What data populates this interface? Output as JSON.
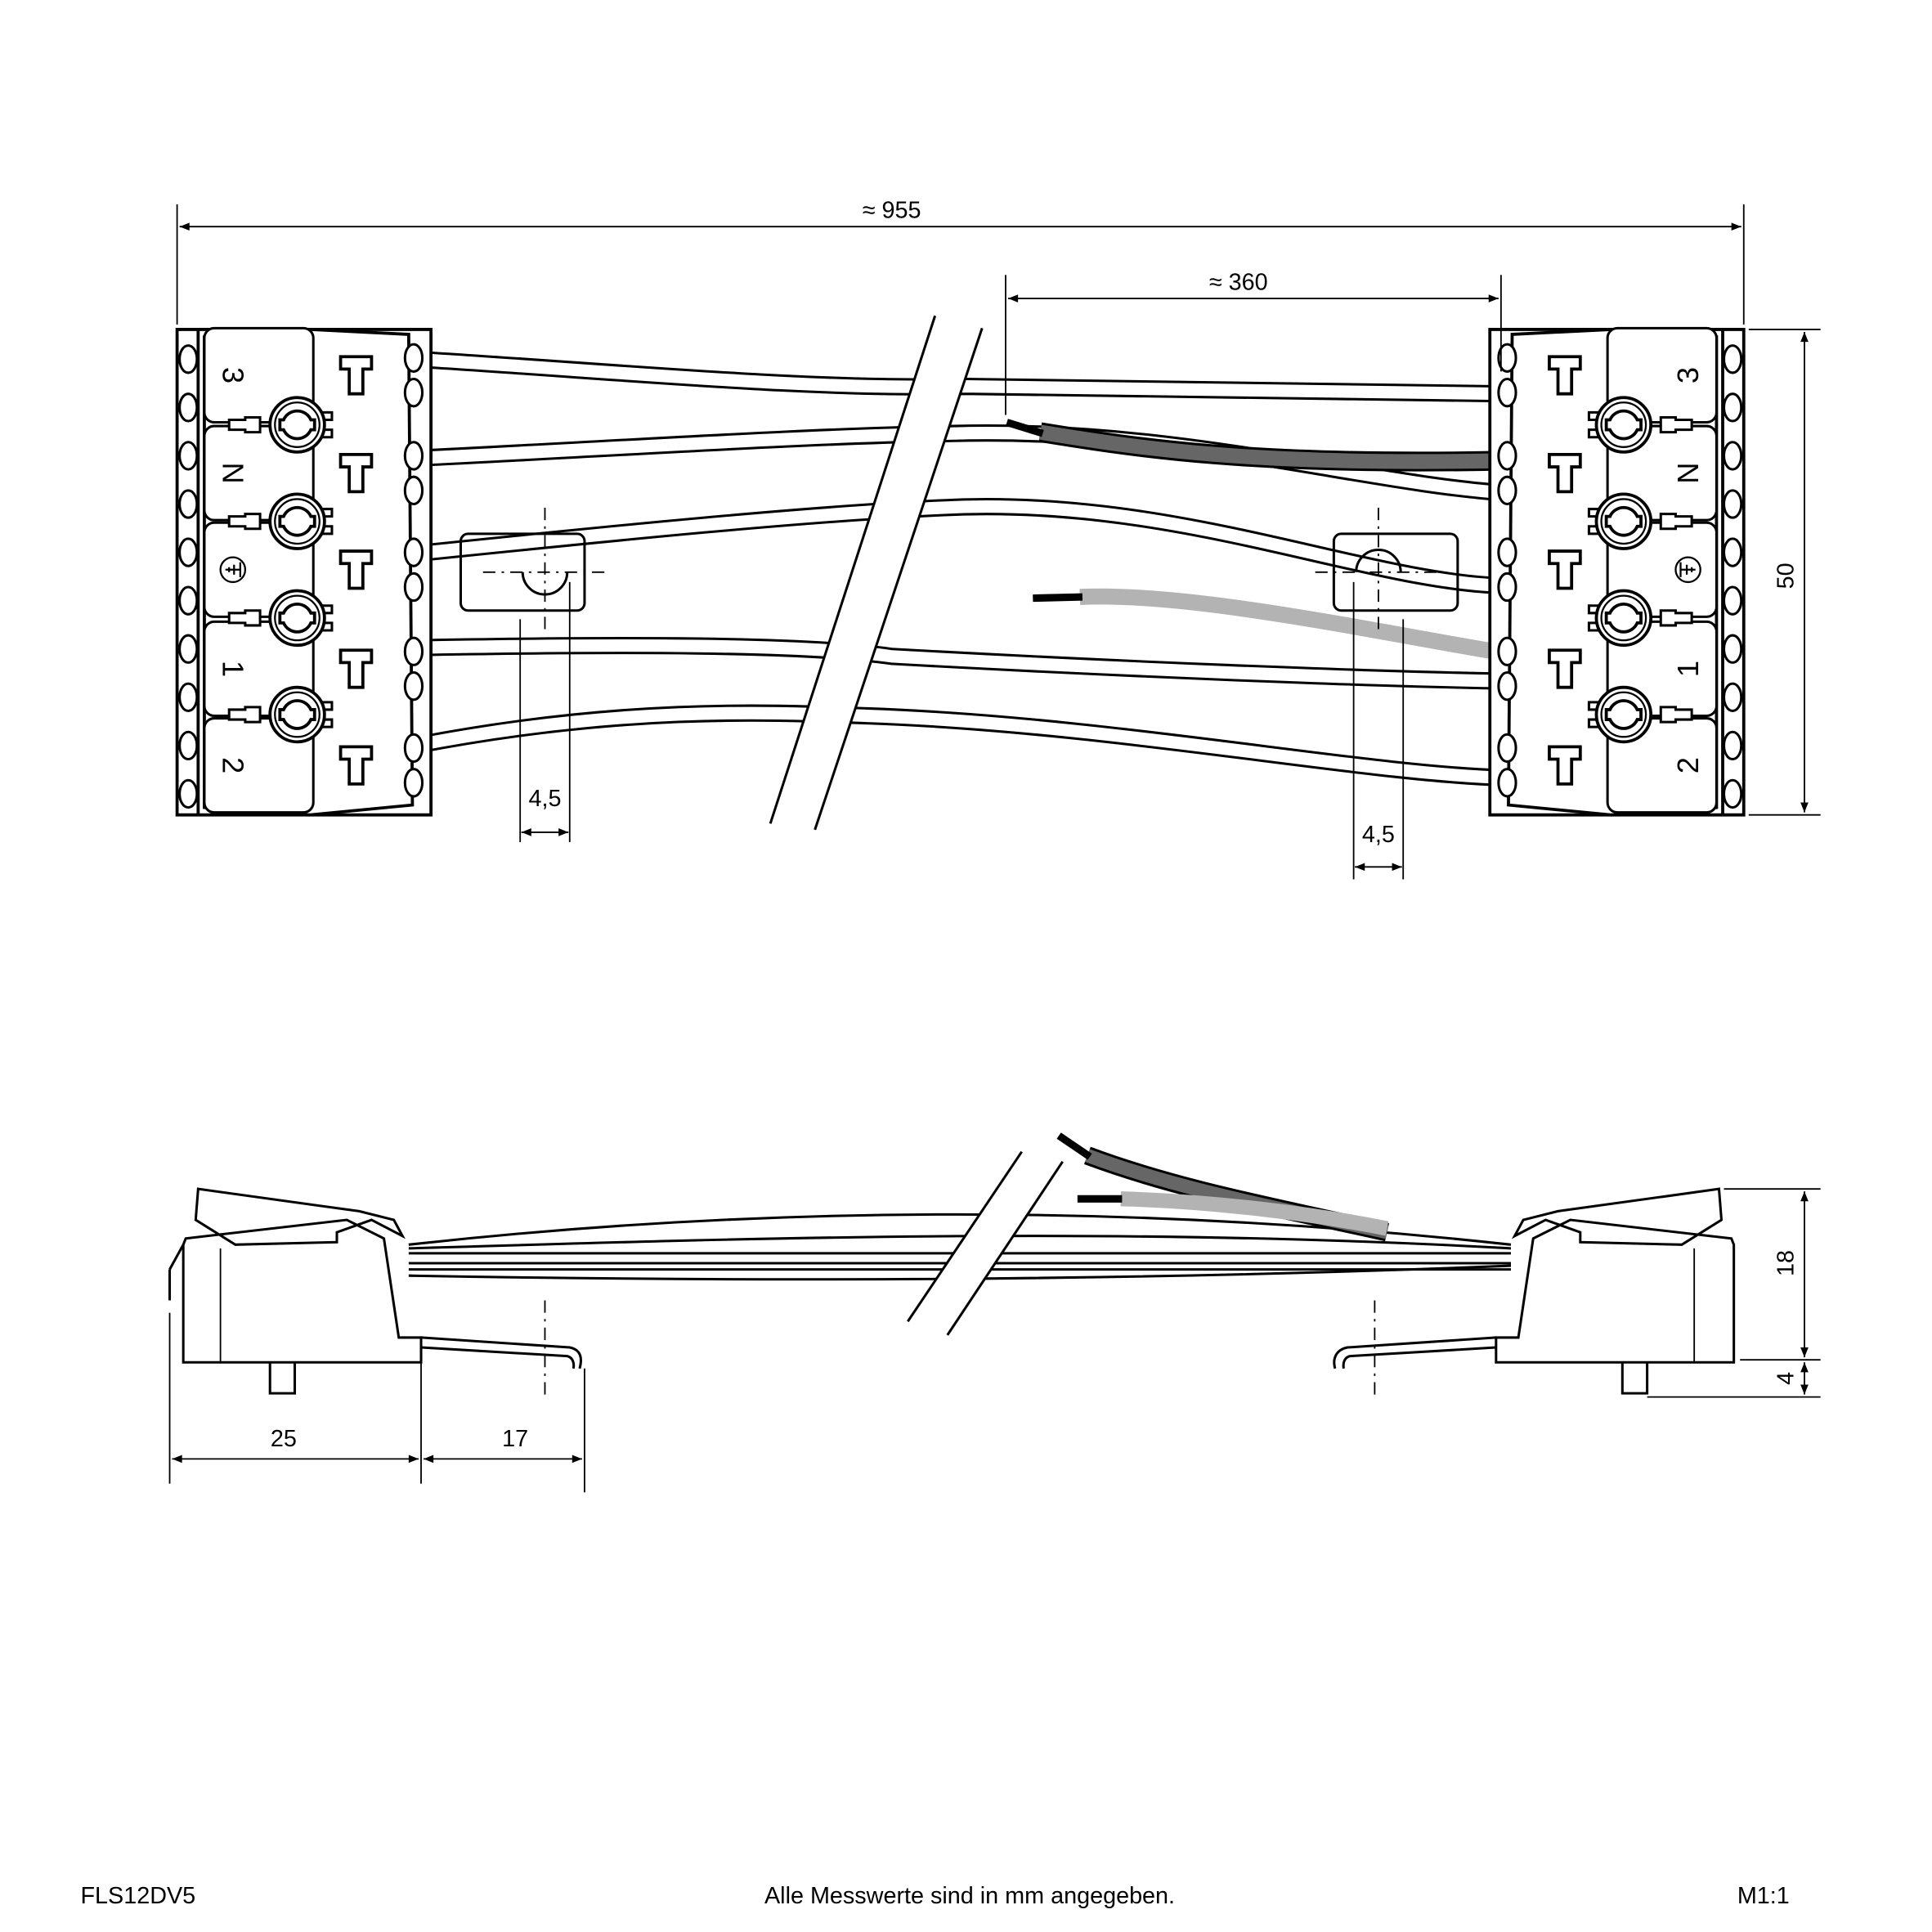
{
  "drawing": {
    "product_code": "FLS12DV5",
    "note": "Alle Messwerte sind in mm angegeben.",
    "scale": "M1:1",
    "colors": {
      "line": "#000000",
      "wire_dark": "#666666",
      "wire_light": "#b3b3b3"
    },
    "top_view": {
      "dim_total": "≈ 955",
      "dim_branch": "≈ 360",
      "dim_height": "50",
      "dim_clamp_left": "4,5",
      "dim_clamp_right": "4,5",
      "terminal_labels": [
        "3",
        "N",
        "earth-symbol",
        "1",
        "2"
      ]
    },
    "side_view": {
      "dim_body": "25",
      "dim_spring": "17",
      "dim_height": "18",
      "dim_pin": "4"
    }
  }
}
